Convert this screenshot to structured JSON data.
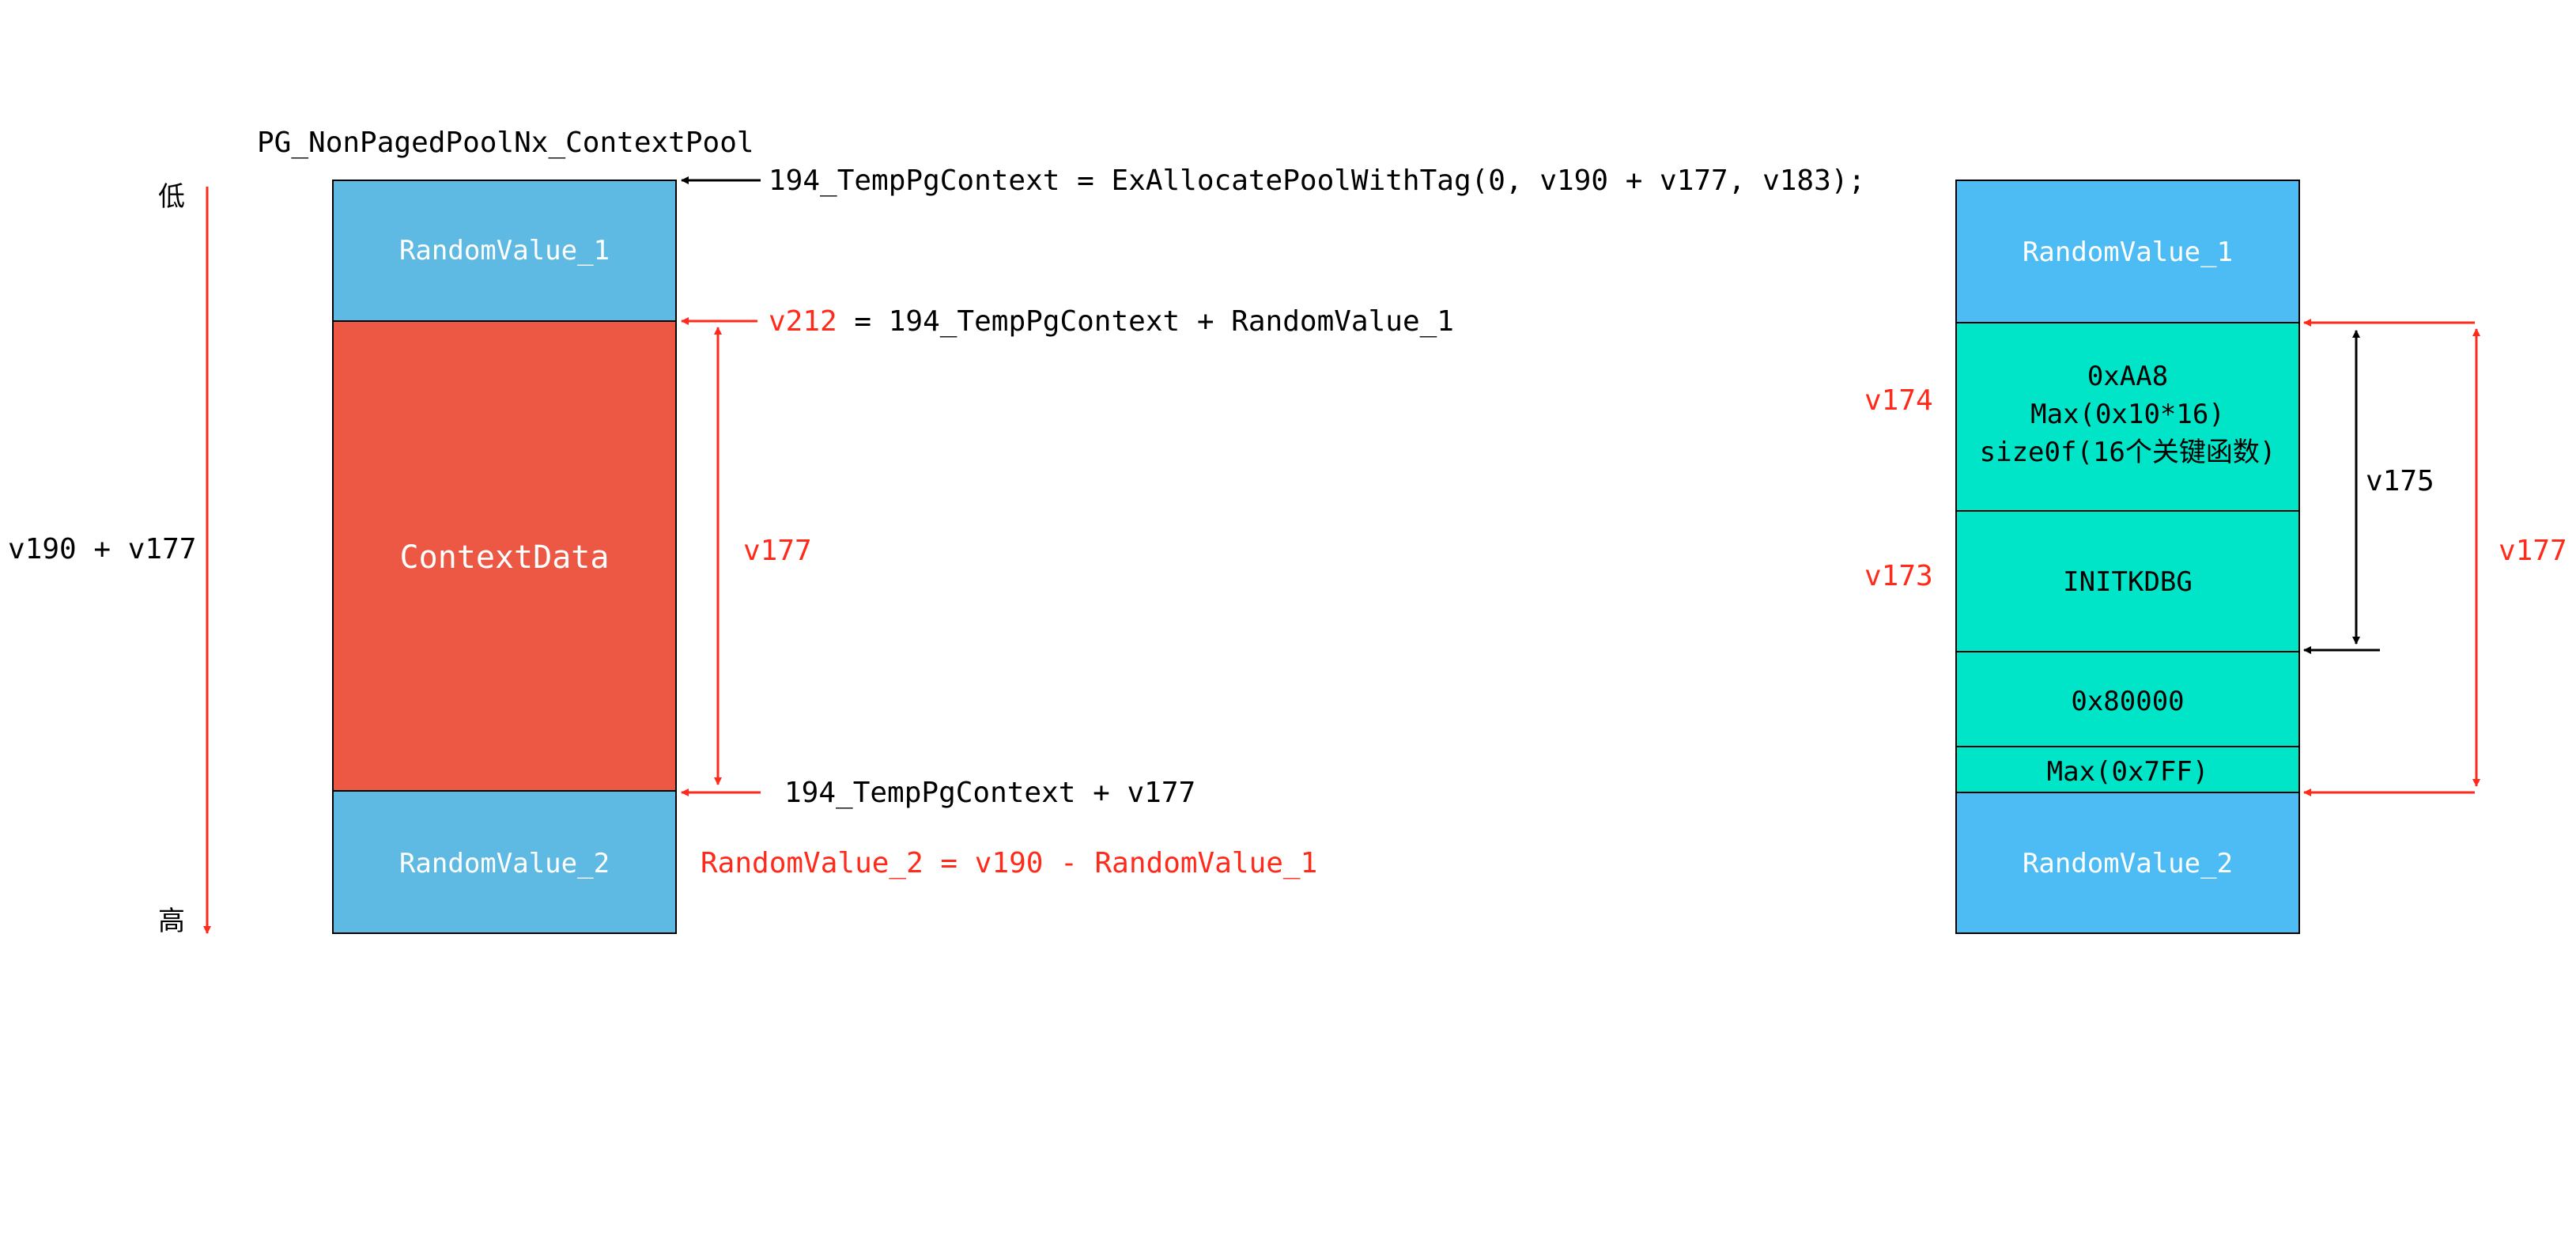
{
  "left": {
    "pool_name": "PG_NonPagedPoolNx_ContextPool",
    "low_label": "低",
    "high_label": "高",
    "total_size_label": "v190 + v177",
    "blocks": {
      "random1": "RandomValue_1",
      "context": "ContextData",
      "random2": "RandomValue_2"
    },
    "annotations": {
      "alloc": "194_TempPgContext = ExAllocatePoolWithTag(0, v190 + v177, v183);",
      "v212_var": "v212",
      "v212_expr": " = 194_TempPgContext + RandomValue_1",
      "v177_label": "v177",
      "end_expr": "194_TempPgContext + v177",
      "random2_expr": "RandomValue_2 = v190 - RandomValue_1"
    }
  },
  "right": {
    "blocks": {
      "random1": "RandomValue_1",
      "header_line1": "0xAA8",
      "header_line2": "Max(0x10*16)",
      "header_line3": "size0f(16个关键函数)",
      "initkdbg": "INITKDBG",
      "val80000": "0x80000",
      "max7ff": "Max(0x7FF)",
      "random2": "RandomValue_2"
    },
    "labels": {
      "v174": "v174",
      "v173": "v173",
      "v175": "v175",
      "v177": "v177"
    }
  },
  "colors": {
    "blue_left": "#5ebae3",
    "red_block": "#ec5844",
    "blue_right": "#4dbcf5",
    "teal": "#00e4c8",
    "annotation_red": "#ff2a1a"
  }
}
